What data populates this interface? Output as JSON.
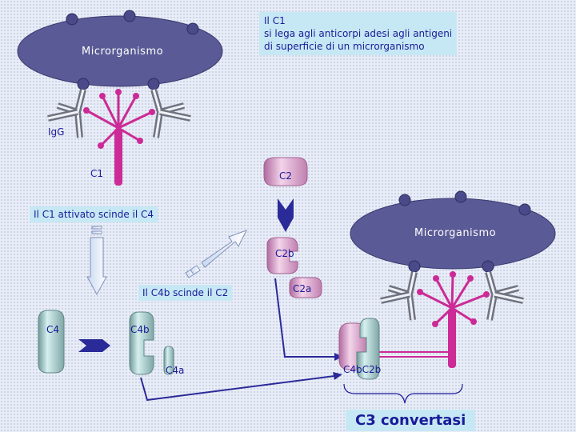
{
  "info_box": {
    "line1": "Il C1",
    "line2": "si lega agli  anticorpi adesi agli antigeni",
    "line3": "di superficie di un microrganismo"
  },
  "microorganism_label_1": "Microrganismo",
  "microorganism_label_2": "Microrganismo",
  "labels": {
    "igg": "IgG",
    "c1": "C1",
    "c2": "C2",
    "c2b": "C2b",
    "c2a": "C2a",
    "c4": "C4",
    "c4b": "C4b",
    "c4a": "C4a",
    "c4bc2b": "C4bC2b"
  },
  "step_boxes": {
    "c1_activated": "Il C1 attivato scinde il C4",
    "c4b_cleaves": "Il C4b scinde il C2"
  },
  "title": "C3 convertasi",
  "colors": {
    "microorganism": "#5a5a96",
    "c1_magenta": "#cc2a96",
    "c2_pink": "#cc88bb",
    "c4_teal": "#8fb5b5",
    "arrow_navy": "#2a2a99",
    "label_text": "#1a1a99"
  }
}
